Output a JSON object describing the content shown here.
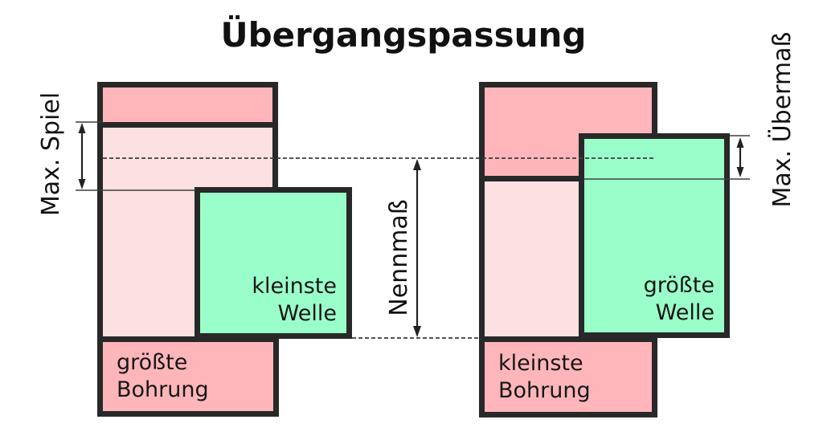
{
  "title": "Übergangspassung",
  "colors": {
    "bore_dark_pink": "#ffb6ba",
    "bore_light_pink": "#fde0e2",
    "shaft_green": "#9afeca",
    "outline_black": "#282828",
    "dimension_line_gray": "#3d3d3d"
  },
  "left_diagram": {
    "bore_label_line1": "größte",
    "bore_label_line2": "Bohrung",
    "shaft_label_line1": "kleinste",
    "shaft_label_line2": "Welle",
    "dimension_label": "Max. Spiel"
  },
  "center": {
    "dimension_label": "Nennmaß"
  },
  "right_diagram": {
    "bore_label_line1": "kleinste",
    "bore_label_line2": "Bohrung",
    "shaft_label_line1": "größte",
    "shaft_label_line2": "Welle",
    "dimension_label": "Max. Übermaß"
  }
}
